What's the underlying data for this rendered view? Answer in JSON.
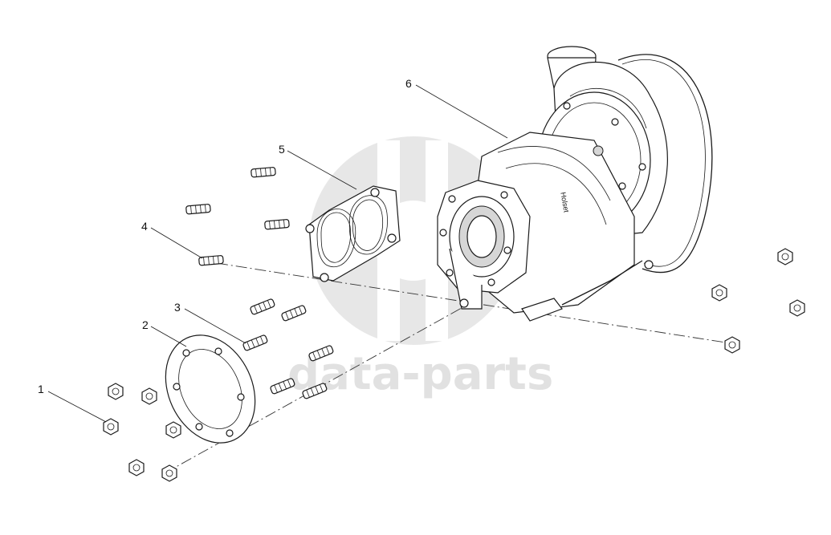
{
  "watermark": {
    "text": "data-parts",
    "logo_icon": "dp-logo-icon"
  },
  "callouts": [
    {
      "id": "1",
      "label": "1"
    },
    {
      "id": "2",
      "label": "2"
    },
    {
      "id": "3",
      "label": "3"
    },
    {
      "id": "4",
      "label": "4"
    },
    {
      "id": "5",
      "label": "5"
    },
    {
      "id": "6",
      "label": "6"
    }
  ],
  "turbo_casting_mark": "Holset"
}
